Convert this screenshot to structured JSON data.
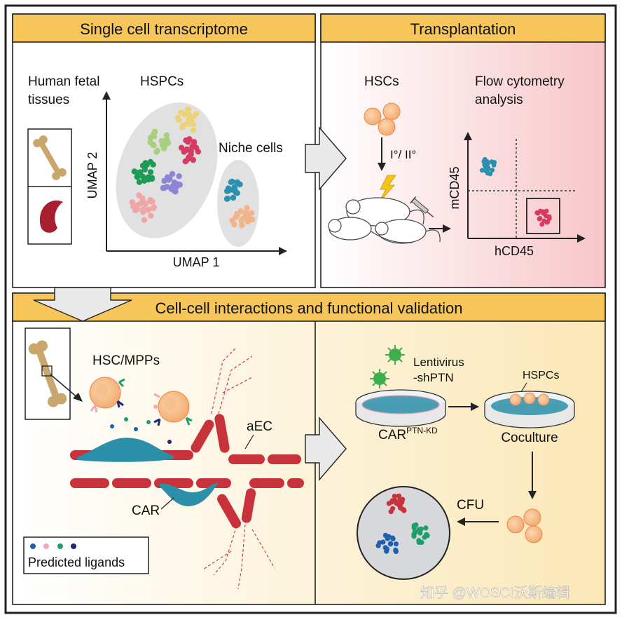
{
  "panels": {
    "single_cell": {
      "title": "Single cell transcriptome",
      "tissues_label_1": "Human fetal",
      "tissues_label_2": "tissues",
      "hspcs_label": "HSPCs",
      "niche_label": "Niche cells",
      "axis_y": "UMAP 2",
      "axis_x": "UMAP 1"
    },
    "transplantation": {
      "title": "Transplantation",
      "hscs_label": "HSCs",
      "flow_label_1": "Flow cytometry",
      "flow_label_2": "analysis",
      "transplant_label": "I°/ II°",
      "axis_y": "mCD45",
      "axis_x": "hCD45"
    },
    "interactions": {
      "title": "Cell-cell interactions and functional validation",
      "hsc_mpps_label": "HSC/MPPs",
      "aec_label": "aEC",
      "car_label": "CAR",
      "legend_label": "Predicted ligands",
      "lentivirus_label_1": "Lentivirus",
      "lentivirus_label_2": "-shPTN",
      "hspcs_label": "HSPCs",
      "car_kd_label": "CAR",
      "car_kd_sup": "PTN-KD",
      "coculture_label": "Coculture",
      "cfu_label": "CFU"
    }
  },
  "watermark": "知乎 @WOSCI沃斯编辑",
  "colors": {
    "header_fill": "#f6c65b",
    "border": "#222222",
    "arrow_fill": "#e9e9e9",
    "cluster_teal": "#2b8fb0",
    "cluster_pink": "#d63a65",
    "cluster_yellow": "#ecd27a",
    "cluster_green": "#1e9a55",
    "cluster_lightgreen": "#a7cf7d",
    "cluster_purple": "#8c84d6",
    "cluster_salmon": "#f0a6a6",
    "cluster_peach": "#f2b48a",
    "cell_orange": "#f6b073",
    "vessel_red": "#c8333b",
    "car_teal": "#2c8fa9",
    "virus_green": "#3fae4b",
    "ligand_blue": "#1f5fb0",
    "ligand_pink": "#f2a8b8",
    "ligand_green": "#1f9d6a",
    "ligand_navy": "#22276e"
  },
  "icons": [
    "bone-icon",
    "spleen-icon",
    "mouse-icon",
    "syringe-icon",
    "lightning-icon",
    "virus-icon",
    "petri-dish-icon"
  ]
}
